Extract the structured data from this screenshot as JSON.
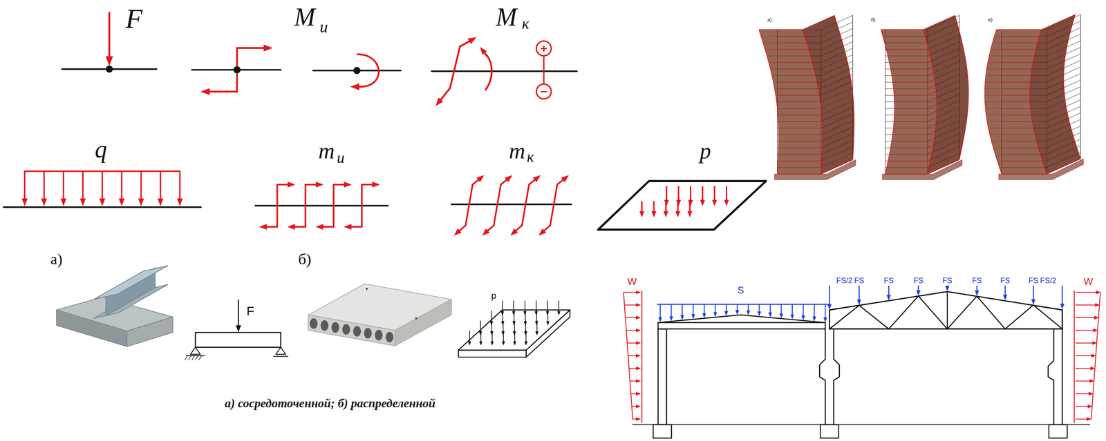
{
  "diagram": {
    "nodes": [
      {
        "text": [
          "+"
        ]
      },
      {
        "text": [
          "−"
        ]
      }
    ],
    "edges": [
      {
        "from": 0,
        "to": 1,
        "arrow": "none"
      }
    ],
    "labels": [
      "F",
      "M",
      "и",
      "M",
      "к",
      "q",
      "m",
      "и",
      "m",
      "к",
      "p",
      "а)",
      "б)",
      "в)",
      "а)",
      "б)",
      "F",
      "p",
      "а) сосредоточенной; б) распределенной",
      "W",
      "S",
      "FS/2",
      "FS",
      "FS",
      "FS",
      "FS",
      "FS",
      "FS",
      "FS",
      "FS/2",
      "W"
    ]
  }
}
